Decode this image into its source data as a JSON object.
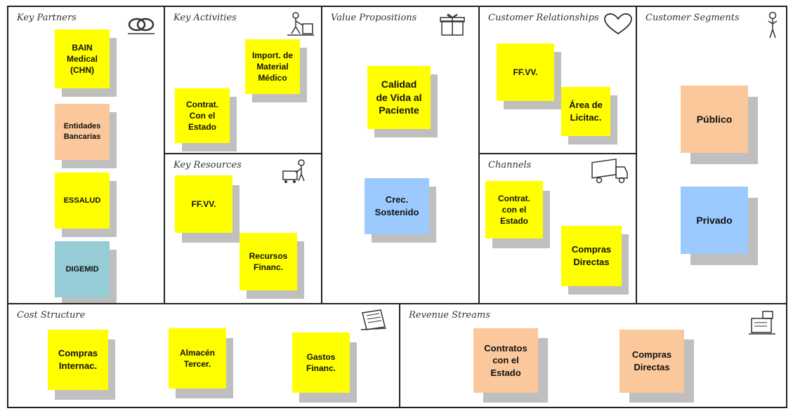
{
  "sections": {
    "key_partners": {
      "title": "Key Partners",
      "icon": "chain-links-icon",
      "notes": [
        {
          "text": "BAIN\nMedical\n(CHN)",
          "color": "yellow"
        },
        {
          "text": "Entidades\nBancarias",
          "color": "peach"
        },
        {
          "text": "ESSALUD",
          "color": "yellow"
        },
        {
          "text": "DIGEMID",
          "color": "teal"
        }
      ]
    },
    "key_activities": {
      "title": "Key Activities",
      "icon": "worker-icon",
      "notes": [
        {
          "text": "Import. de\nMaterial\nMédico",
          "color": "yellow"
        },
        {
          "text": "Contrat.\nCon el\nEstado",
          "color": "yellow"
        }
      ]
    },
    "key_resources": {
      "title": "Key Resources",
      "icon": "worker-with-cart-icon",
      "notes": [
        {
          "text": "FF.VV.",
          "color": "yellow"
        },
        {
          "text": "Recursos\nFinanc.",
          "color": "yellow"
        }
      ]
    },
    "value_propositions": {
      "title": "Value Propositions",
      "icon": "gift-icon",
      "notes": [
        {
          "text": "Calidad\nde Vida al\nPaciente",
          "color": "yellow"
        },
        {
          "text": "Crec.\nSostenido",
          "color": "blue"
        }
      ]
    },
    "customer_relationships": {
      "title": "Customer Relationships",
      "icon": "heart-icon",
      "notes": [
        {
          "text": "FF.VV.",
          "color": "yellow"
        },
        {
          "text": "Área de\nLicitac.",
          "color": "yellow"
        }
      ]
    },
    "channels": {
      "title": "Channels",
      "icon": "truck-icon",
      "notes": [
        {
          "text": "Contrat.\ncon el\nEstado",
          "color": "yellow"
        },
        {
          "text": "Compras\nDirectas",
          "color": "yellow"
        }
      ]
    },
    "customer_segments": {
      "title": "Customer Segments",
      "icon": "person-icon",
      "notes": [
        {
          "text": "Público",
          "color": "peach"
        },
        {
          "text": "Privado",
          "color": "blue"
        }
      ]
    },
    "cost_structure": {
      "title": "Cost Structure",
      "icon": "document-icon",
      "notes": [
        {
          "text": "Compras\nInternac.",
          "color": "yellow"
        },
        {
          "text": "Almacén\nTercer.",
          "color": "yellow"
        },
        {
          "text": "Gastos\nFinanc.",
          "color": "yellow"
        }
      ]
    },
    "revenue_streams": {
      "title": "Revenue Streams",
      "icon": "cash-register-icon",
      "notes": [
        {
          "text": "Contratos\ncon el\nEstado",
          "color": "peach"
        },
        {
          "text": "Compras\nDirectas",
          "color": "peach"
        }
      ]
    }
  }
}
